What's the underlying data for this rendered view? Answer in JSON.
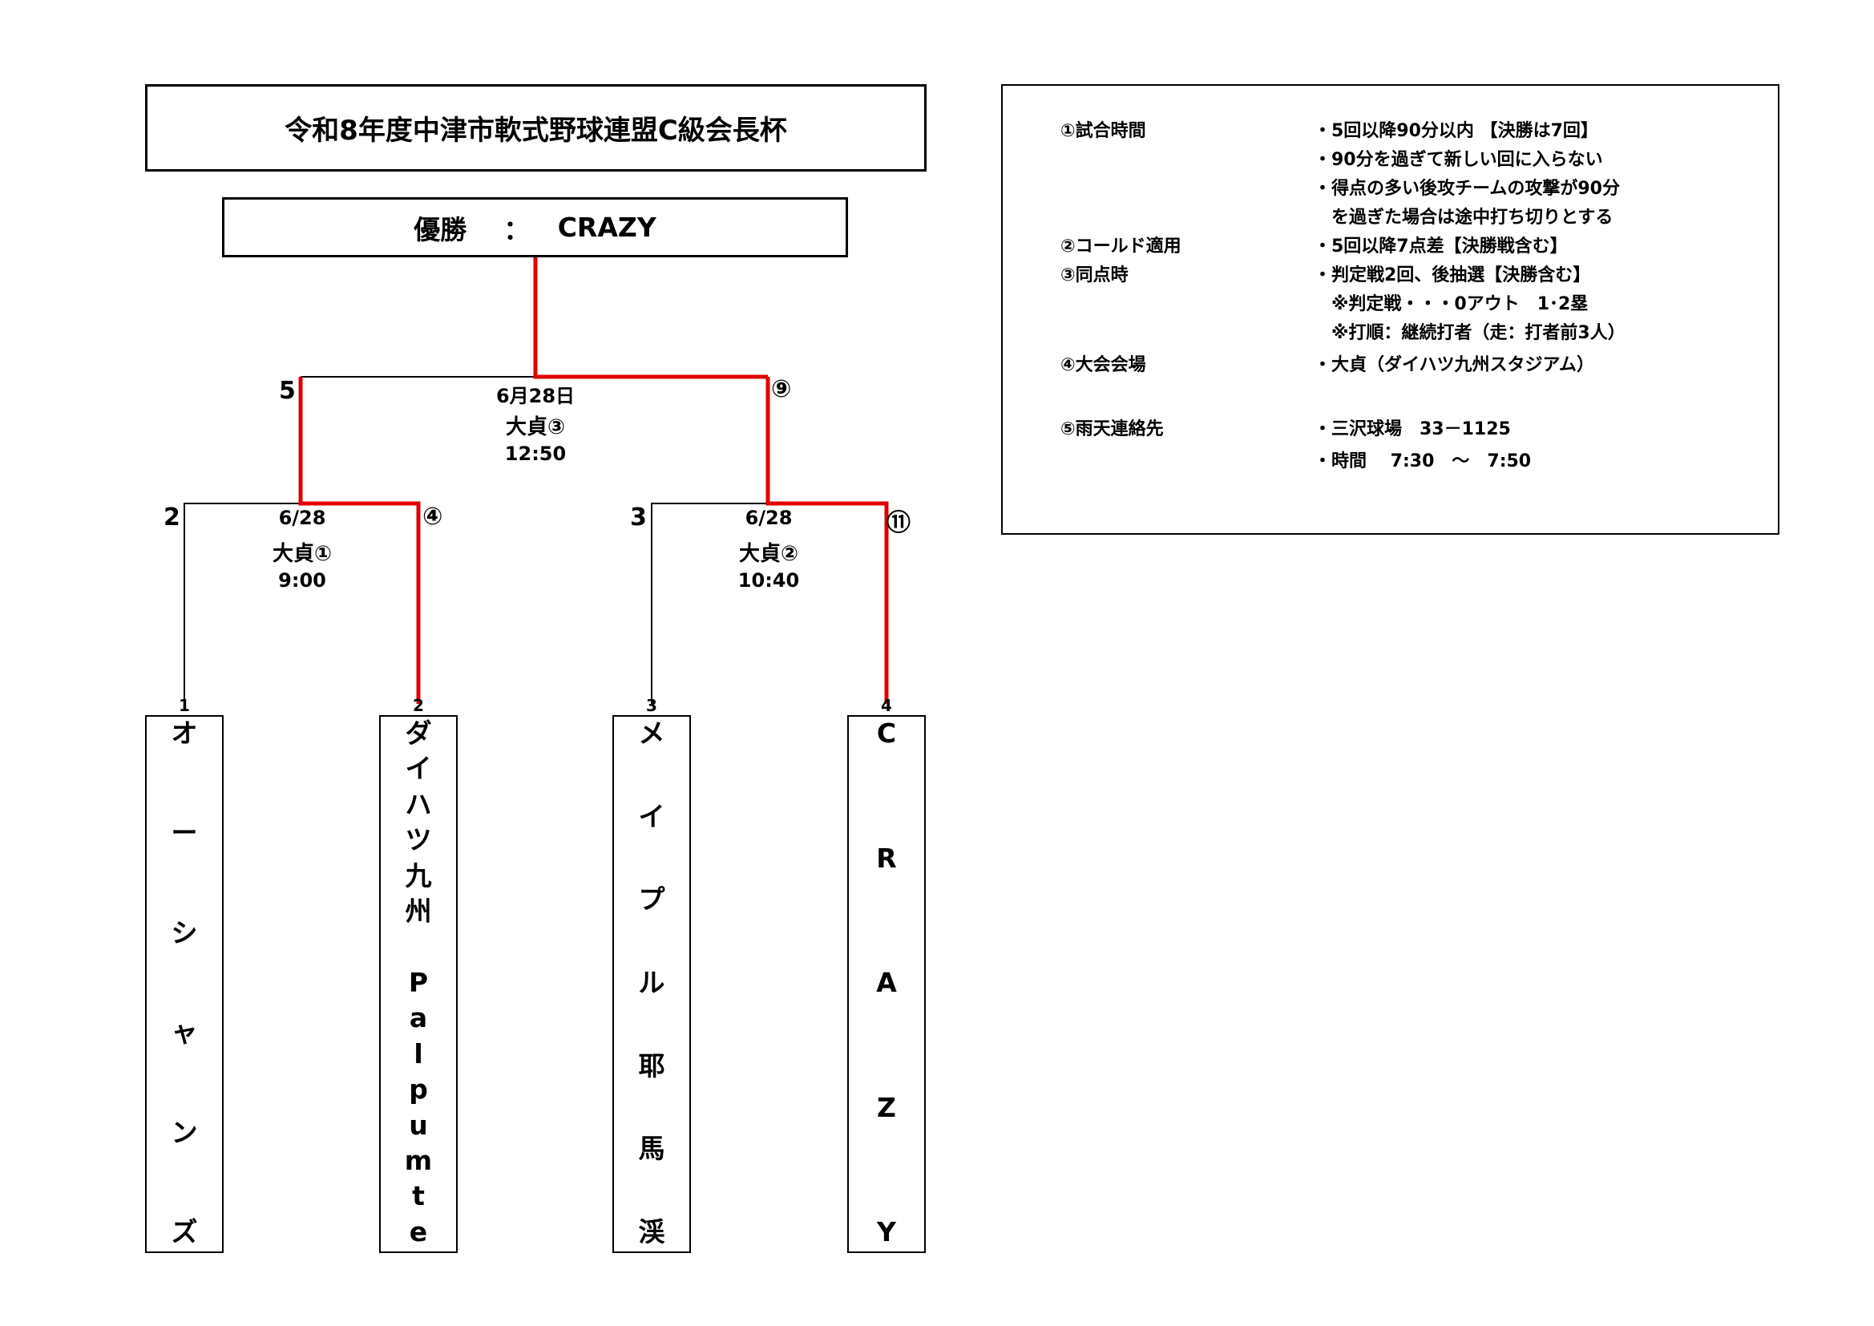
{
  "title": "令和8年度中津市軟式野球連盟C級会長杯",
  "champion": {
    "label": "優勝",
    "separator": "：",
    "team": "CRAZY"
  },
  "info": [
    {
      "label": "①試合時間",
      "lines": [
        "・5回以降90分以内 【決勝は7回】",
        "・90分を過ぎて新しい回に入らない",
        "・得点の多い後攻チームの攻撃が90分",
        "　を過ぎた場合は途中打ち切りとする"
      ]
    },
    {
      "label": "②コールド適用",
      "lines": [
        "・5回以降7点差【決勝戦含む】"
      ]
    },
    {
      "label": "③同点時",
      "lines": [
        "・判定戦2回、後抽選【決勝含む】",
        "　※判定戦・・・0アウト　1･2塁",
        "　※打順：継続打者（走：打者前3人）"
      ]
    },
    {
      "label": "④大会会場",
      "lines": [
        "・大貞（ダイハツ九州スタジアム）"
      ]
    },
    {
      "label": "⑤雨天連絡先",
      "lines": [
        "・三沢球場　33－1125",
        "・時間　 7:30　～　7:50"
      ]
    }
  ],
  "games": {
    "g1": {
      "seed_left": "2",
      "seed_right": "④",
      "date": "6/28",
      "venue": "大貞①",
      "time": "9:00"
    },
    "g2": {
      "seed_left": "3",
      "seed_right": "⑪",
      "date": "6/28",
      "venue": "大貞②",
      "time": "10:40"
    },
    "final": {
      "seed_left": "5",
      "seed_right": "⑨",
      "date": "6月28日",
      "venue": "大貞③",
      "time": "12:50"
    }
  },
  "teams": [
    {
      "no": "1",
      "chars": [
        "オ",
        "ー",
        "シ",
        "ャ",
        "ン",
        "ズ"
      ]
    },
    {
      "no": "2",
      "chars": [
        "ダ",
        "イ",
        "ハ",
        "ツ",
        "九",
        "州",
        "",
        "P",
        "a",
        "l",
        "p",
        "u",
        "m",
        "t",
        "e"
      ]
    },
    {
      "no": "3",
      "chars": [
        "メ",
        "イ",
        "プ",
        "ル",
        "耶",
        "馬",
        "渓"
      ]
    },
    {
      "no": "4",
      "chars": [
        "C",
        "R",
        "A",
        "Z",
        "Y"
      ]
    }
  ],
  "colors": {
    "line": "#000000",
    "winner_line": "#e00000"
  }
}
